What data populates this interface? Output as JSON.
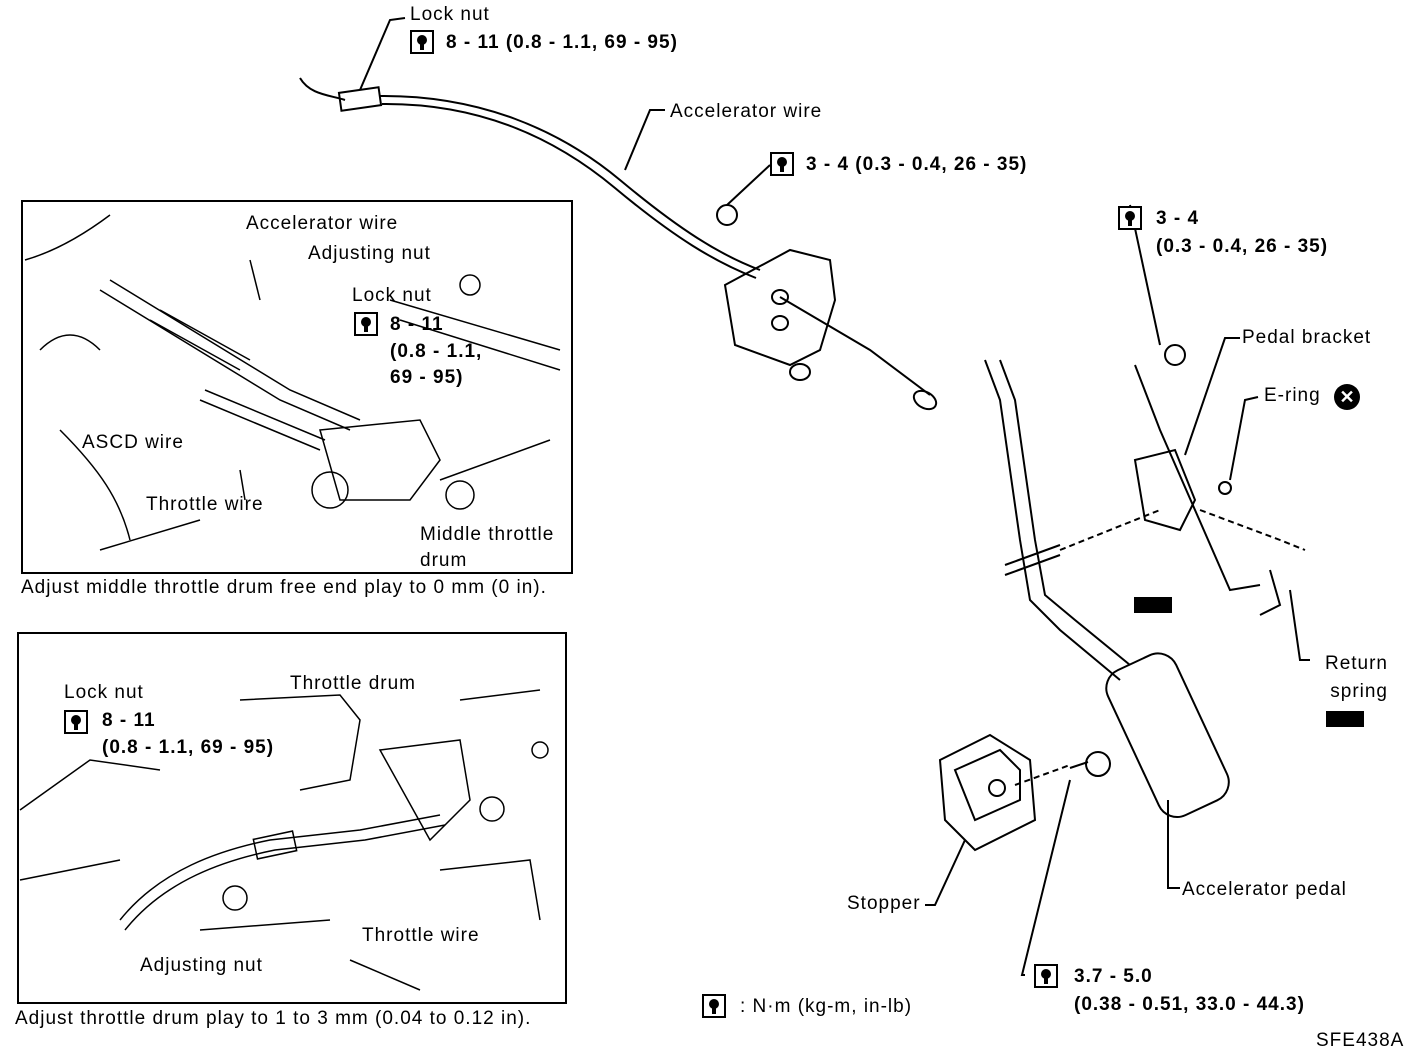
{
  "labels": {
    "lock_nut_top": "Lock nut",
    "torque_lock_nut_top": "8 - 11 (0.8 - 1.1, 69 - 95)",
    "accelerator_wire_main": "Accelerator wire",
    "torque_bracket": "3 - 4 (0.3 - 0.4, 26 - 35)",
    "torque_pedal_nut_line1": "3 - 4",
    "torque_pedal_nut_line2": "(0.3 - 0.4, 26 - 35)",
    "pedal_bracket": "Pedal bracket",
    "e_ring": "E-ring",
    "return_spring": "Return spring",
    "accelerator_pedal": "Accelerator pedal",
    "stopper": "Stopper",
    "torque_stopper_line1": "3.7 - 5.0",
    "torque_stopper_line2": "(0.38 - 0.51, 33.0 - 44.3)",
    "legend": ": N·m (kg-m, in-lb)",
    "figure_code": "SFE438A"
  },
  "inset1": {
    "accelerator_wire": "Accelerator wire",
    "adjusting_nut": "Adjusting nut",
    "lock_nut": "Lock nut",
    "torque_line1": "8 - 11",
    "torque_line2": "(0.8 - 1.1,",
    "torque_line3": "69 - 95)",
    "ascd_wire": "ASCD wire",
    "throttle_wire": "Throttle wire",
    "middle_throttle_drum": "Middle throttle drum",
    "caption": "Adjust middle throttle drum free end play to 0 mm (0 in)."
  },
  "inset2": {
    "lock_nut": "Lock nut",
    "torque_line1": "8 - 11",
    "torque_line2": "(0.8 - 1.1, 69 - 95)",
    "throttle_drum": "Throttle drum",
    "throttle_wire": "Throttle wire",
    "adjusting_nut": "Adjusting nut",
    "caption": "Adjust throttle drum play to 1 to 3 mm (0.04 to 0.12 in)."
  }
}
